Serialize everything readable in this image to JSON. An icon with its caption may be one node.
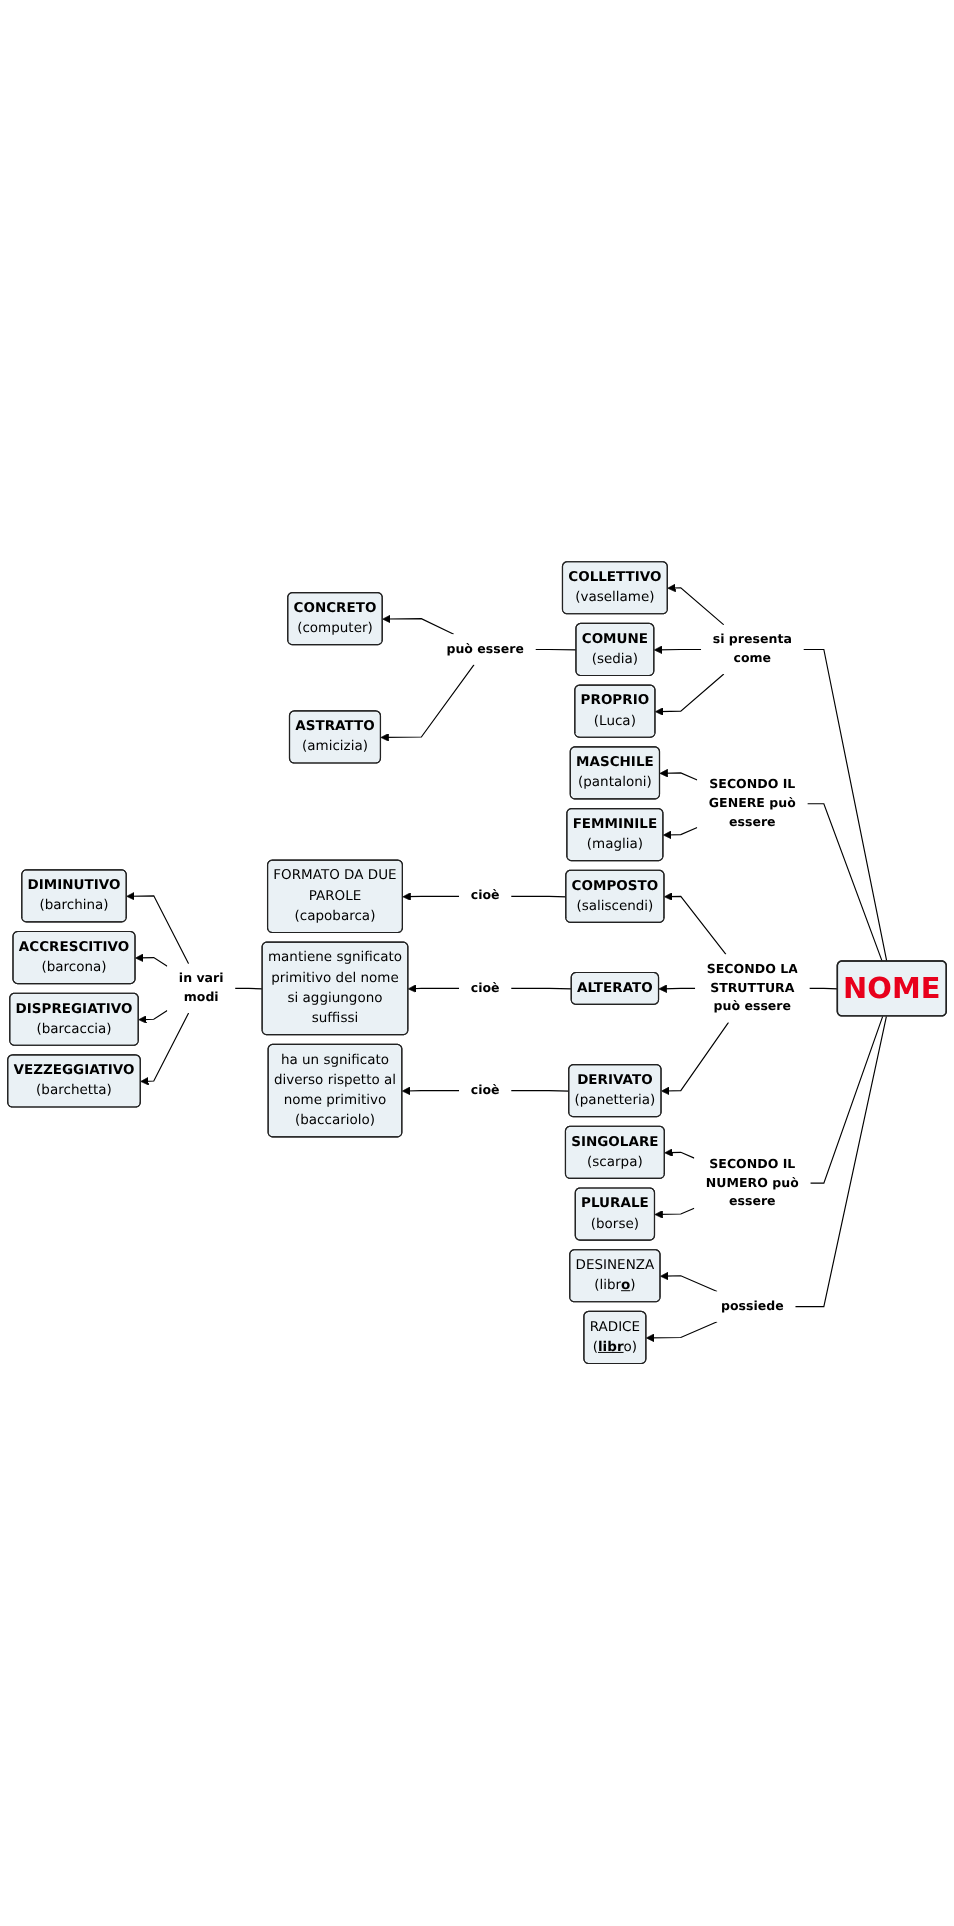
{
  "diagram": {
    "nodes": [
      {
        "text": [
          "NOME"
        ]
      },
      {
        "text": [
          "si presenta come"
        ]
      },
      {
        "text": [
          "SECONDO IL GENERE può essere"
        ]
      },
      {
        "text": [
          "SECONDO LA STRUTTURA può essere"
        ]
      },
      {
        "text": [
          "SECONDO IL NUMERO può essere"
        ]
      },
      {
        "text": [
          "possiede"
        ]
      },
      {
        "text": [
          "COLLETTIVO",
          "(vasellame)"
        ]
      },
      {
        "text": [
          "COMUNE",
          "(sedia)"
        ]
      },
      {
        "text": [
          "PROPRIO",
          "(Luca)"
        ]
      },
      {
        "text": [
          "MASCHILE",
          "(pantaloni)"
        ]
      },
      {
        "text": [
          "FEMMINILE",
          "(maglia)"
        ]
      },
      {
        "text": [
          "COMPOSTO",
          "(saliscendi)"
        ]
      },
      {
        "text": [
          "ALTERATO"
        ]
      },
      {
        "text": [
          "DERIVATO",
          "(panetteria)"
        ]
      },
      {
        "text": [
          "SINGOLARE",
          "(scarpa)"
        ]
      },
      {
        "text": [
          "PLURALE",
          "(borse)"
        ]
      },
      {
        "text": [
          "DESINENZA",
          "(libr**o**)"
        ]
      },
      {
        "text": [
          "RADICE",
          "(**libr**o)"
        ]
      },
      {
        "text": [
          "può essere"
        ]
      },
      {
        "text": [
          "CONCRETO",
          "(computer)"
        ]
      },
      {
        "text": [
          "ASTRATTO",
          "(amicizia)"
        ]
      },
      {
        "text": [
          "cioè"
        ]
      },
      {
        "text": [
          "FORMATO DA DUE PAROLE",
          "(capobarca)"
        ]
      },
      {
        "text": [
          "cioè"
        ]
      },
      {
        "text": [
          "mantiene sgnificato primitivo del nome si aggiungono suffissi"
        ]
      },
      {
        "text": [
          "cioè"
        ]
      },
      {
        "text": [
          "ha un sgnificato diverso rispetto al nome primitivo (baccariolo)"
        ]
      },
      {
        "text": [
          "in vari modi"
        ]
      },
      {
        "text": [
          "DIMINUTIVO",
          "(barchina)"
        ]
      },
      {
        "text": [
          "ACCRESCITIVO",
          "(barcona)"
        ]
      },
      {
        "text": [
          "DISPREGIATIVO",
          "(barcaccia)"
        ]
      },
      {
        "text": [
          "VEZZEGGIATIVO",
          "(barchetta)"
        ]
      }
    ],
    "edges": [
      {
        "from": 0,
        "to": 1,
        "arrow": "none"
      },
      {
        "from": 1,
        "to": 6,
        "arrow": "to"
      },
      {
        "from": 1,
        "to": 7,
        "arrow": "to"
      },
      {
        "from": 1,
        "to": 8,
        "arrow": "to"
      },
      {
        "from": 0,
        "to": 2,
        "arrow": "none"
      },
      {
        "from": 2,
        "to": 9,
        "arrow": "to"
      },
      {
        "from": 2,
        "to": 10,
        "arrow": "to"
      },
      {
        "from": 0,
        "to": 3,
        "arrow": "none"
      },
      {
        "from": 3,
        "to": 11,
        "arrow": "to"
      },
      {
        "from": 3,
        "to": 12,
        "arrow": "to"
      },
      {
        "from": 3,
        "to": 13,
        "arrow": "to"
      },
      {
        "from": 0,
        "to": 4,
        "arrow": "none"
      },
      {
        "from": 4,
        "to": 14,
        "arrow": "to"
      },
      {
        "from": 4,
        "to": 15,
        "arrow": "to"
      },
      {
        "from": 0,
        "to": 5,
        "arrow": "none"
      },
      {
        "from": 5,
        "to": 16,
        "arrow": "to"
      },
      {
        "from": 5,
        "to": 17,
        "arrow": "to"
      },
      {
        "from": 7,
        "to": 18,
        "arrow": "none"
      },
      {
        "from": 18,
        "to": 19,
        "arrow": "to"
      },
      {
        "from": 18,
        "to": 20,
        "arrow": "to"
      },
      {
        "from": 11,
        "to": 21,
        "arrow": "none"
      },
      {
        "from": 21,
        "to": 22,
        "arrow": "to"
      },
      {
        "from": 12,
        "to": 23,
        "arrow": "none"
      },
      {
        "from": 23,
        "to": 24,
        "arrow": "to"
      },
      {
        "from": 13,
        "to": 25,
        "arrow": "none"
      },
      {
        "from": 25,
        "to": 26,
        "arrow": "to"
      },
      {
        "from": 24,
        "to": 27,
        "arrow": "none"
      },
      {
        "from": 27,
        "to": 28,
        "arrow": "to"
      },
      {
        "from": 27,
        "to": 29,
        "arrow": "to"
      },
      {
        "from": 27,
        "to": 30,
        "arrow": "to"
      },
      {
        "from": 27,
        "to": 31,
        "arrow": "to"
      }
    ]
  }
}
